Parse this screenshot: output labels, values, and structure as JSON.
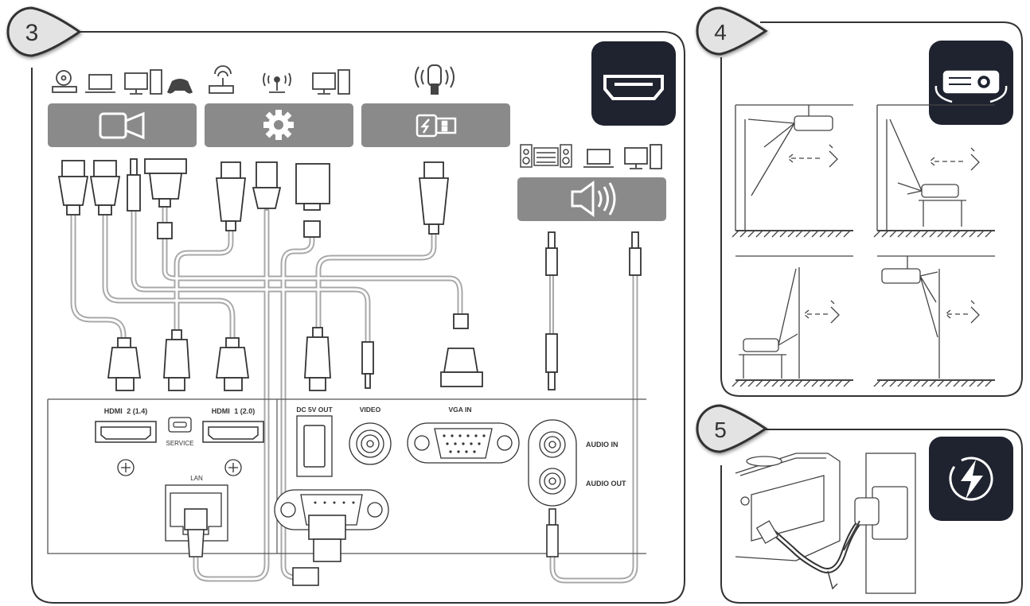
{
  "steps": {
    "step3": {
      "number": "3"
    },
    "step4": {
      "number": "4"
    },
    "step5": {
      "number": "5"
    }
  },
  "panel_labels": {
    "hdmi2": {
      "logo": "HDMI",
      "suffix": "2 (1.4)"
    },
    "hdmi1": {
      "logo": "HDMI",
      "suffix": "1 (2.0)"
    },
    "service": "SERVICE",
    "lan": "LAN",
    "dc_out": "DC 5V OUT",
    "video": "VIDEO",
    "vga_in": "VGA IN",
    "audio_in": "AUDIO IN",
    "audio_out": "AUDIO OUT"
  },
  "colors": {
    "dark_badge": "#1f2330",
    "gray_bar": "#8a8a8a",
    "line": "#444444",
    "cable": "#9a9a9a"
  }
}
